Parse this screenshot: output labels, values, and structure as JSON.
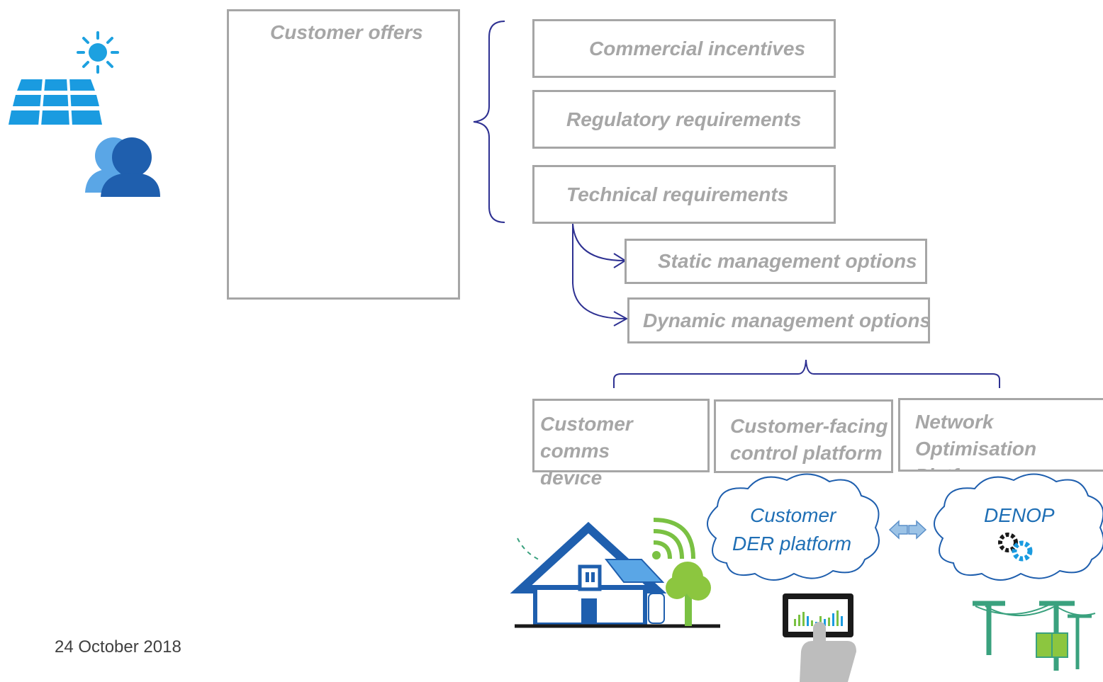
{
  "offers_panel": {
    "title": "Customer offers"
  },
  "requirements": [
    {
      "label": "Commercial incentives"
    },
    {
      "label": "Regulatory requirements"
    },
    {
      "label": "Technical requirements"
    }
  ],
  "management_options": [
    {
      "label": "Static management options"
    },
    {
      "label": "Dynamic management options"
    }
  ],
  "platforms": [
    {
      "line1": "Customer comms",
      "line2": "device"
    },
    {
      "line1": "Customer-facing",
      "line2": "control platform"
    },
    {
      "line1": "Network Optimisation",
      "line2": "Platform"
    }
  ],
  "clouds": {
    "customer": {
      "line1": "Customer",
      "line2": "DER platform"
    },
    "denop": {
      "line1": "DENOP"
    }
  },
  "footer": {
    "date": "24 October 2018"
  },
  "icons": [
    "sun-icon",
    "solar-panel-icon",
    "users-icon",
    "certificate-icon",
    "house-icon",
    "wifi-icon",
    "tree-icon",
    "tablet-chart-icon",
    "hand-pointer-icon",
    "gears-icon",
    "power-pole-icon",
    "double-arrow-icon"
  ],
  "colors": {
    "box_border": "#a6a6a6",
    "connector": "#2e3192",
    "accent_blue": "#1f6fb5",
    "sun": "#1da1e0",
    "pole_green": "#3aa17e"
  }
}
